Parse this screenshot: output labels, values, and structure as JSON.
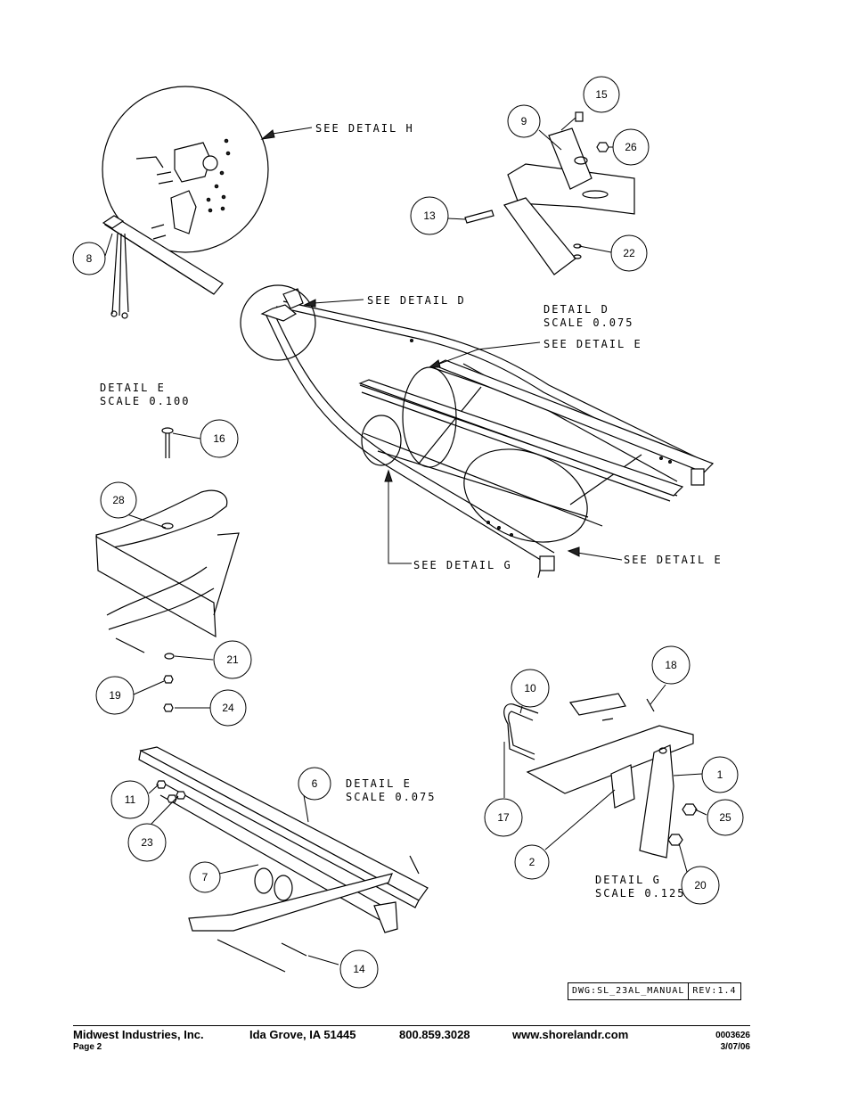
{
  "detail_labels": {
    "see_detail_h": "SEE DETAIL H",
    "see_detail_d": "SEE DETAIL D",
    "detail_d_title": "DETAIL D",
    "detail_d_scale": "SCALE 0.075",
    "see_detail_e_top": "SEE DETAIL E",
    "detail_e_left_title": "DETAIL E",
    "detail_e_left_scale": "SCALE 0.100",
    "see_detail_g": "SEE DETAIL G",
    "see_detail_e_bottom": "SEE DETAIL E",
    "detail_e_bottom_title": "DETAIL E",
    "detail_e_bottom_scale": "SCALE 0.075",
    "detail_g_title": "DETAIL G",
    "detail_g_scale": "SCALE 0.125"
  },
  "callouts": {
    "c1": "1",
    "c2": "2",
    "c6": "6",
    "c7": "7",
    "c8": "8",
    "c9": "9",
    "c10": "10",
    "c11": "11",
    "c13": "13",
    "c14": "14",
    "c15": "15",
    "c16": "16",
    "c17": "17",
    "c18": "18",
    "c19": "19",
    "c20": "20",
    "c21": "21",
    "c22": "22",
    "c23": "23",
    "c24": "24",
    "c25": "25",
    "c26": "26",
    "c28": "28"
  },
  "title_block": {
    "drawing": "DWG:SL_23AL_MANUAL",
    "revision": "REV:1.4"
  },
  "footer": {
    "company": "Midwest Industries, Inc.",
    "city": "Ida Grove, IA  51445",
    "phone": "800.859.3028",
    "website": "www.shorelandr.com",
    "doc_number": "0003626",
    "page": "Page 2",
    "date": "3/07/06"
  }
}
